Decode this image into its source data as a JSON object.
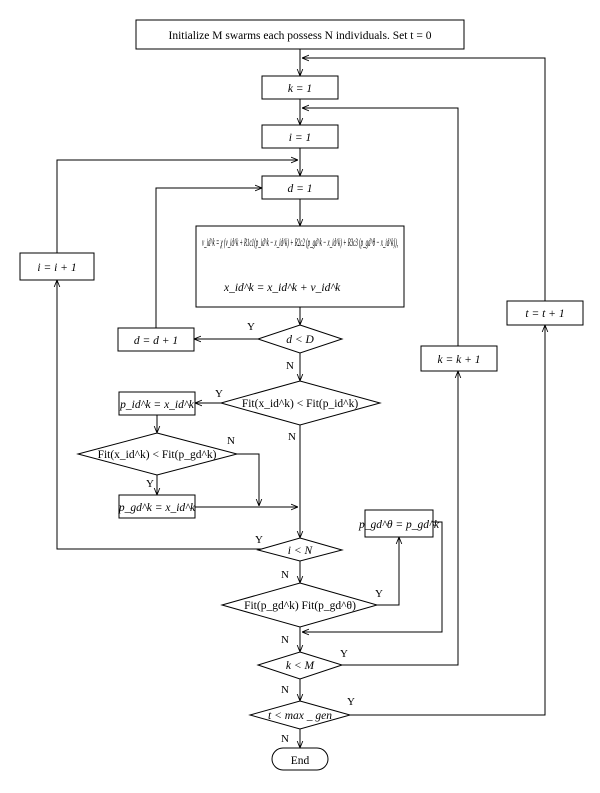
{
  "nodes": {
    "init": "Initialize M swarms each possess N individuals. Set t = 0",
    "k_init": "k = 1",
    "i_init": "i = 1",
    "d_init": "d = 1",
    "update_v": "v_id^k = χ (v_id^k + R1c1(p_id^k − x_id^k) + R2c2 (p_gd^k − x_id^k) + R3c3 (p_gd^θ − x_id^k)),",
    "update_x": "x_id^k = x_id^k + v_id^k",
    "d_inc": "d = d + 1",
    "d_cond": "d < D",
    "i_inc": "i = i + 1",
    "fit_pbest_cond": "Fit(x_id^k) < Fit(p_id^k)",
    "pbest_assign": "p_id^k = x_id^k",
    "fit_gbest_cond": "Fit(x_id^k) < Fit(p_gd^k)",
    "gbest_assign": "p_gd^k = x_id^k",
    "i_cond": "i < N",
    "theta_assign": "p_gd^θ = p_gd^k",
    "fit_theta_cond": "Fit(p_gd^k) Fit(p_gd^θ)",
    "k_inc": "k = k + 1",
    "k_cond": "k < M",
    "t_inc": "t = t + 1",
    "t_cond": "t < max _ gen",
    "end": "End"
  },
  "labels": {
    "yes": "Y",
    "no": "N"
  }
}
